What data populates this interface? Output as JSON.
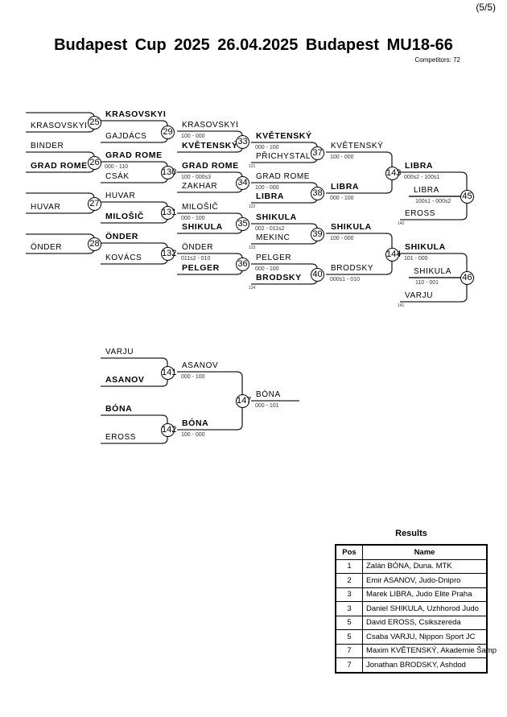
{
  "page_number": "(5/5)",
  "title": "Budapest Cup 2025  26.04.2025  Budapest   MU18-66",
  "competitors": "Competitors: 72",
  "slots": [
    {
      "name": "",
      "bold": false
    },
    {
      "name": "KRASOVSKYI",
      "bold": false
    },
    {
      "name": "BINDER",
      "bold": false
    },
    {
      "name": "GRAD ROME",
      "bold": true
    },
    {
      "name": "",
      "bold": false
    },
    {
      "name": "HUVAR",
      "bold": false
    },
    {
      "name": "",
      "bold": false
    },
    {
      "name": "ÖNDER",
      "bold": false
    },
    {
      "name": "KRASOVSKYI",
      "bold": true
    },
    {
      "name": "GAJDÁCS",
      "bold": false
    },
    {
      "name": "GRAD ROME",
      "bold": true,
      "score": "000 - 110"
    },
    {
      "name": "CSÁK",
      "bold": false
    },
    {
      "name": "HUVAR",
      "bold": false
    },
    {
      "name": "MILOŠIČ",
      "bold": true
    },
    {
      "name": "ÖNDER",
      "bold": true
    },
    {
      "name": "KOVÁCS",
      "bold": false
    },
    {
      "name": "KRASOVSKYI",
      "bold": false,
      "score": "100 - 000"
    },
    {
      "name": "KVĚTENSKÝ",
      "bold": true
    },
    {
      "name": "GRAD ROME",
      "bold": true,
      "score": "100 - 000s3"
    },
    {
      "name": "ZAKHAR",
      "bold": false
    },
    {
      "name": "MILOŠIČ",
      "bold": false,
      "score": "000 - 100"
    },
    {
      "name": "SHIKULA",
      "bold": true
    },
    {
      "name": "ÖNDER",
      "bold": false,
      "score": "011s2 - 010"
    },
    {
      "name": "PELGER",
      "bold": true
    },
    {
      "name": "KVĚTENSKÝ",
      "bold": true,
      "score": "000 - 100"
    },
    {
      "name": "PŘICHYSTAL",
      "bold": false,
      "note": "121"
    },
    {
      "name": "GRAD ROME",
      "bold": false,
      "score": "100 - 000"
    },
    {
      "name": "LIBRA",
      "bold": true,
      "note": "122"
    },
    {
      "name": "SHIKULA",
      "bold": true,
      "score": "002 - 011s2"
    },
    {
      "name": "MEKINC",
      "bold": false,
      "note": "123"
    },
    {
      "name": "PELGER",
      "bold": false,
      "score": "000 - 100"
    },
    {
      "name": "BRODSKY",
      "bold": true,
      "note": "124"
    },
    {
      "name": "KVĚTENSKÝ",
      "bold": false,
      "score": "100 - 000"
    },
    {
      "name": "LIBRA",
      "bold": true,
      "score": "000 - 100"
    },
    {
      "name": "SHIKULA",
      "bold": true,
      "score": "100 - 000"
    },
    {
      "name": "BRODSKY",
      "bold": false,
      "score": "000s1 - 010"
    },
    {
      "name": "LIBRA",
      "bold": true,
      "score": "000s2 - 100s1"
    },
    {
      "name": "LIBRA",
      "bold": false,
      "score": "100s1 - 000s2"
    },
    {
      "name": "EROSS",
      "bold": false,
      "note": "142"
    },
    {
      "name": "SHIKULA",
      "bold": true,
      "score": "101 - 000"
    },
    {
      "name": "SHIKULA",
      "bold": false,
      "score": "110 - 001"
    },
    {
      "name": "VARJU",
      "bold": false,
      "note": "141"
    },
    {
      "name": "VARJU",
      "bold": false
    },
    {
      "name": "ASANOV",
      "bold": true
    },
    {
      "name": "BÓNA",
      "bold": true
    },
    {
      "name": "EROSS",
      "bold": false
    },
    {
      "name": "ASANOV",
      "bold": false,
      "score": "000 - 100"
    },
    {
      "name": "BÓNA",
      "bold": true,
      "score": "100 - 000"
    },
    {
      "name": "BÓNA",
      "bold": false,
      "score": "000 - 101"
    }
  ],
  "matches": [
    "25",
    "26",
    "27",
    "28",
    "29",
    "130",
    "131",
    "132",
    "33",
    "34",
    "35",
    "36",
    "37",
    "38",
    "39",
    "40",
    "143",
    "144",
    "45",
    "46",
    "141",
    "142",
    "147"
  ],
  "results": {
    "title": "Results",
    "headers": [
      "Pos",
      "Name"
    ],
    "rows": [
      {
        "pos": "1",
        "name": "Zalán BÓNA, Duna. MTK"
      },
      {
        "pos": "2",
        "name": "Emir ASANOV, Judo-Dnipro"
      },
      {
        "pos": "3",
        "name": "Marek LIBRA, Judo Elite Praha"
      },
      {
        "pos": "3",
        "name": "Daniel SHIKULA, Uzhhorod Judo"
      },
      {
        "pos": "5",
        "name": "David EROSS, Csikszereda"
      },
      {
        "pos": "5",
        "name": "Csaba VARJU, Nippon Sport JC"
      },
      {
        "pos": "7",
        "name": "Maxim KVĚTENSKÝ, Akademie Šamp"
      },
      {
        "pos": "7",
        "name": "Jonathan BRODSKY, Ashdod"
      }
    ]
  }
}
